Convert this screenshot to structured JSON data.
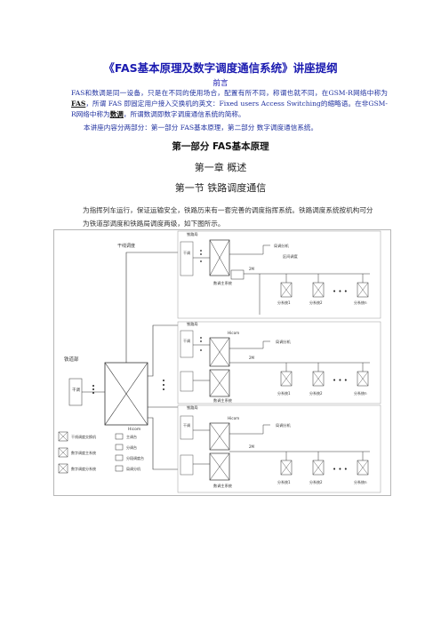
{
  "document": {
    "title": "《FAS基本原理及数字调度通信系统》讲座提纲",
    "preface_heading": "前言",
    "preface_p1_a": "FAS和数调是同一设备，只是在不同的使用场合，配置有所不同，称谓也就不同，在GSM-R网络中称为 ",
    "preface_p1_term": "FAS",
    "preface_p1_b": "，所谓 FAS 即固定用户接入交换机的英文：Fixed users Access Switching的缩略语。在非GSM-R网络中称为",
    "preface_p1_term2": "数调",
    "preface_p1_c": "，所谓数调即数字调度通信系统的简称。",
    "preface_p2": "本讲座内容分两部分：第一部分 FAS基本原理，第二部分 数字调度通信系统。",
    "part_heading": "第一部分  FAS基本原理",
    "chapter_heading": "第一章    概述",
    "section_heading": "第一节 铁路调度通信",
    "body_p1": "为指挥列车运行，保证运输安全，铁路历来有一套完善的调度指挥系统。铁路调度系统按机构可分为铁道部调度和铁路局调度两级，如下图所示。"
  },
  "diagram": {
    "labels": {
      "main_bus": "铁道部",
      "main_bus_left": "干线调度",
      "hicom": "Hicom",
      "bureau_line": "铁路局",
      "dispatch_center": "数调主系统",
      "branch": "局调分机",
      "sub_dispatch": "区间调度",
      "subsystem_1": "分系统1",
      "subsystem_2": "分系统2",
      "subsystem_n": "分系统n",
      "link": "2M",
      "left_user": "干调",
      "trunk_a": "干线调度",
      "trunk_b": "干调",
      "ellipsis": "• • •"
    },
    "legend": [
      "干线调度交换机",
      "数字调度主系统",
      "数字调度分系统",
      "主调台",
      "分调台",
      "分段调度台",
      "局调分机"
    ]
  }
}
